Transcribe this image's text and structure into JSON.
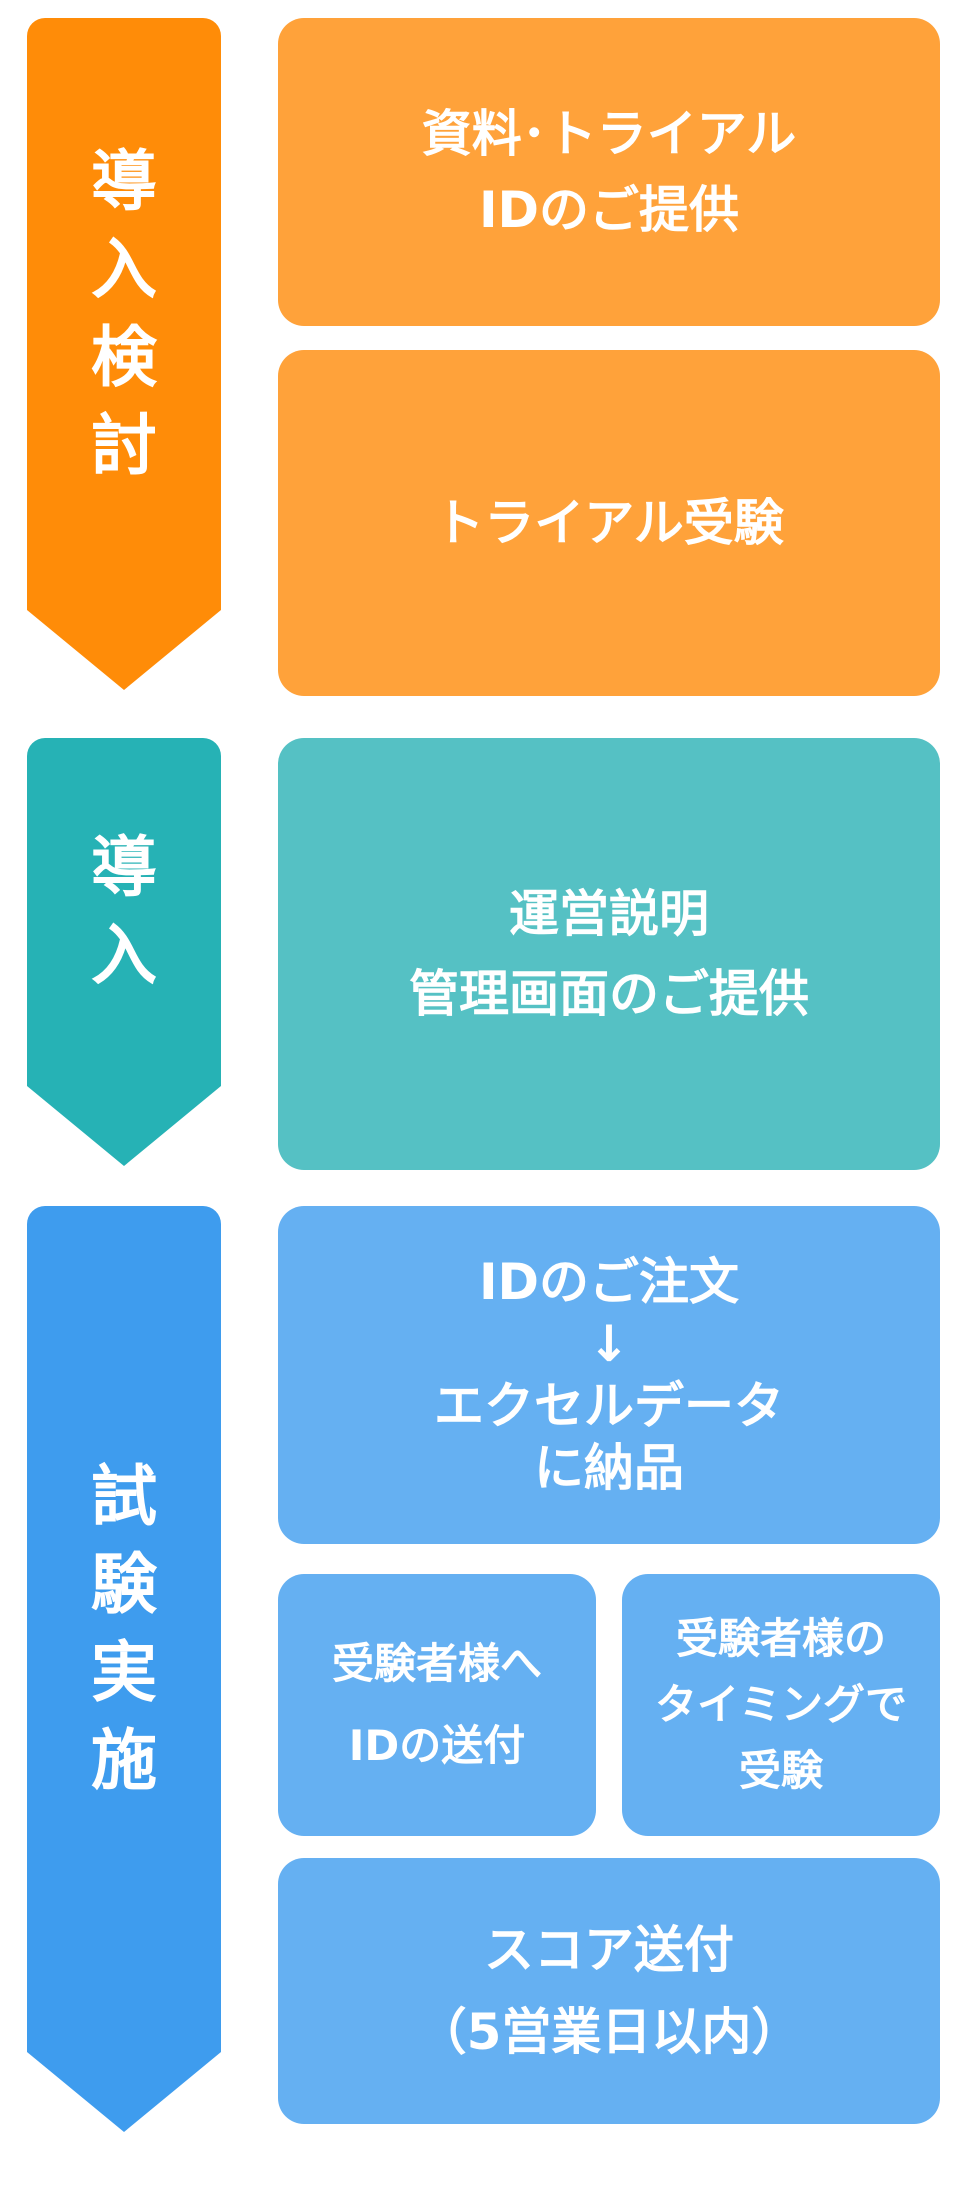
{
  "colors": {
    "stage1_arrow": "#ff8c08",
    "stage1_box": "#ffa23a",
    "stage2_arrow": "#26b2b5",
    "stage2_box": "#55c1c4",
    "stage3_arrow": "#3e9cee",
    "stage3_box": "#65b0f2"
  },
  "stages": [
    {
      "label": "導入検討",
      "steps": [
        {
          "lines": [
            "資料･トライアル",
            "IDのご提供"
          ]
        },
        {
          "lines": [
            "トライアル受験"
          ]
        }
      ]
    },
    {
      "label": "導入",
      "steps": [
        {
          "lines": [
            "運営説明",
            "管理画面のご提供"
          ]
        }
      ]
    },
    {
      "label": "試験実施",
      "steps": [
        {
          "lines": [
            "IDのご注文",
            "↓",
            "エクセルデータ",
            "に納品"
          ]
        },
        {
          "lines": [
            "受験者様へ",
            "IDの送付"
          ]
        },
        {
          "lines": [
            "受験者様の",
            "タイミングで",
            "受験"
          ]
        },
        {
          "lines": [
            "スコア送付",
            "（5営業日以内）"
          ]
        }
      ]
    }
  ]
}
